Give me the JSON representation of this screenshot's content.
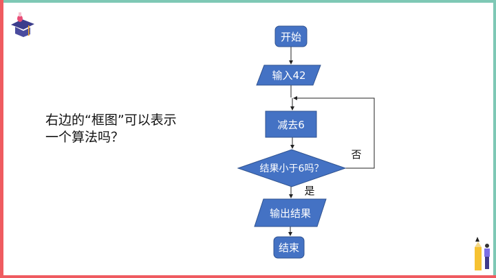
{
  "question": {
    "line1": "右边的“框图”可以表示",
    "line2": "一个算法吗？"
  },
  "flowchart": {
    "start": "开始",
    "input": "输入42",
    "process": "减去6",
    "decision": "结果小于6吗？",
    "no_label": "否",
    "yes_label": "是",
    "output": "输出结果",
    "end": "结束"
  },
  "colors": {
    "shape_fill": "#4472c4",
    "shape_stroke": "#2f528f",
    "border_teal": "#7ec8b5",
    "border_red": "#ef5b60"
  }
}
